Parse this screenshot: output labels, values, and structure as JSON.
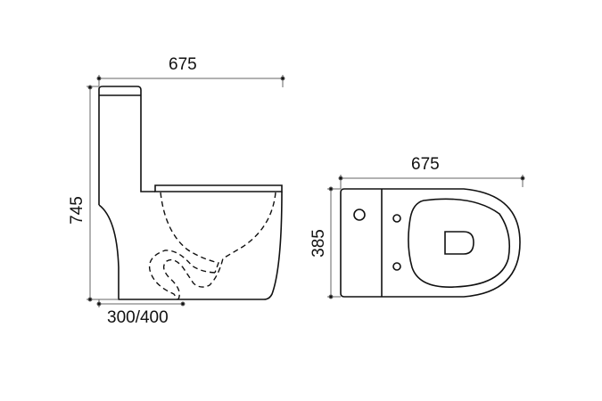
{
  "side_view": {
    "width_label": "675",
    "height_label": "745",
    "rough_in_label": "300/400"
  },
  "top_view": {
    "width_label": "675",
    "depth_label": "385"
  },
  "colors": {
    "line": "#111111",
    "dim": "#555555"
  }
}
